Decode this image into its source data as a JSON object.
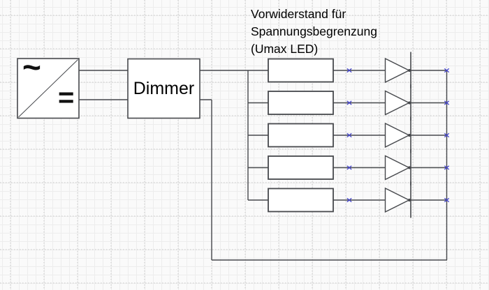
{
  "annotation": {
    "lines": [
      "Vorwiderstand für",
      "Spannungsbegrenzung",
      "(Umax LED)"
    ]
  },
  "components": {
    "power_supply": {
      "ac_symbol": "~",
      "dc_symbol": "="
    },
    "dimmer": {
      "label": "Dimmer"
    },
    "led_channels": {
      "count": 5
    }
  },
  "colors": {
    "background": "#fafafa",
    "grid_minor": "#ededed",
    "grid_major": "#c7c7c7",
    "wire": "#46484c",
    "component_border": "#46484c",
    "component_fill": "#ffffff",
    "endpoint_marker": "#4343cc",
    "text": "#000000"
  }
}
